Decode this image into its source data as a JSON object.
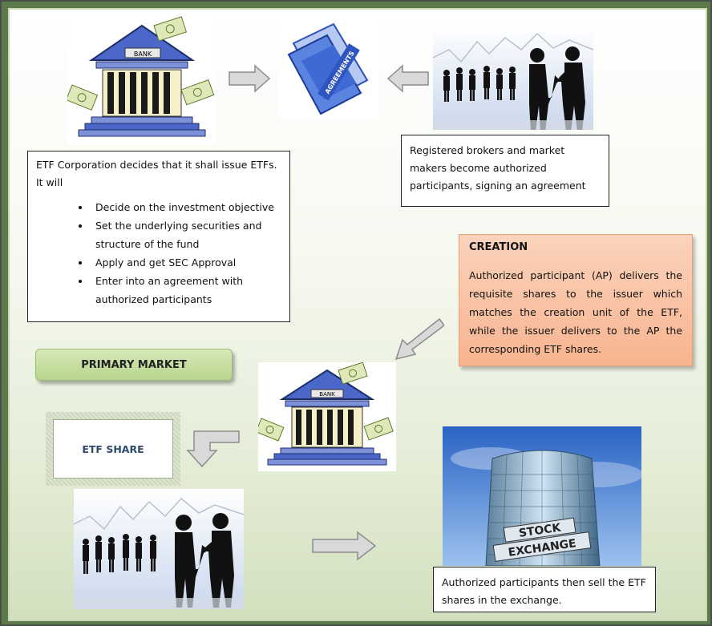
{
  "diagram": {
    "bank_sign": "BANK",
    "folder_label": "AGREEMENTS",
    "etf_corp_box": {
      "intro": "ETF Corporation decides that it shall issue ETFs.  It will",
      "bullets": [
        "Decide on the investment objective",
        "Set the underlying securities and structure of the fund",
        "Apply and get SEC Approval",
        "Enter into an agreement with authorized participants"
      ]
    },
    "brokers_box": "Registered brokers and market makers become authorized participants, signing an agreement",
    "creation": {
      "title": "CREATION",
      "body": "Authorized participant (AP) delivers the requisite shares to the issuer which matches the creation unit of the ETF, while the issuer delivers to the AP the corresponding ETF shares."
    },
    "primary_market": "PRIMARY MARKET",
    "etf_share": "ETF SHARE",
    "stock_exchange_sign": [
      "STOCK",
      "EXCHANGE"
    ],
    "exchange_box": "Authorized participants then sell the ETF shares in the exchange.",
    "colors": {
      "arrow_fill": "#d9d9d9",
      "creation_fill": "#f7b48f",
      "primary_fill": "#b6d48d",
      "bank_blue": "#4a67c9"
    }
  }
}
